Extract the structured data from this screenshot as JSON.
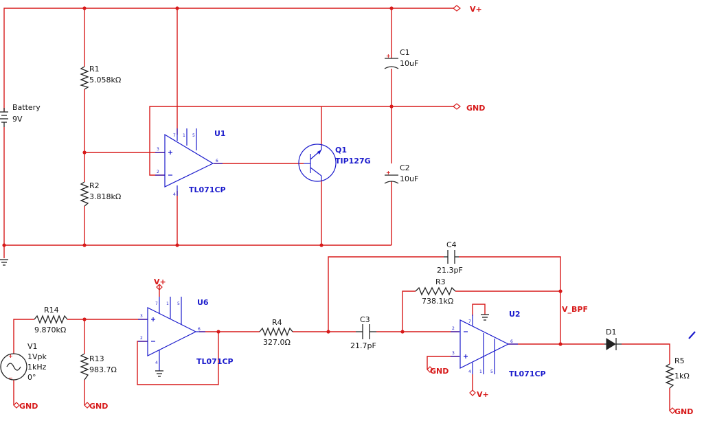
{
  "nets": {
    "vplus": "V+",
    "gnd": "GND",
    "v_bpf": "V_BPF"
  },
  "components": {
    "battery": {
      "ref": "Battery",
      "value": "9V"
    },
    "r1": {
      "ref": "R1",
      "value": "5.058kΩ"
    },
    "r2": {
      "ref": "R2",
      "value": "3.818kΩ"
    },
    "c1": {
      "ref": "C1",
      "value": "10uF"
    },
    "c2": {
      "ref": "C2",
      "value": "10uF"
    },
    "u1": {
      "ref": "U1",
      "part": "TL071CP"
    },
    "q1": {
      "ref": "Q1",
      "part": "TIP127G"
    },
    "v1": {
      "ref": "V1",
      "amp": "1Vpk",
      "freq": "1kHz",
      "phase": "0°"
    },
    "r14": {
      "ref": "R14",
      "value": "9.870kΩ"
    },
    "r13": {
      "ref": "R13",
      "value": "983.7Ω"
    },
    "u6": {
      "ref": "U6",
      "part": "TL071CP"
    },
    "r4": {
      "ref": "R4",
      "value": "327.0Ω"
    },
    "c3": {
      "ref": "C3",
      "value": "21.7pF"
    },
    "c4": {
      "ref": "C4",
      "value": "21.3pF"
    },
    "r3": {
      "ref": "R3",
      "value": "738.1kΩ"
    },
    "u2": {
      "ref": "U2",
      "part": "TL071CP"
    },
    "d1": {
      "ref": "D1"
    },
    "r5": {
      "ref": "R5",
      "value": "1kΩ"
    }
  },
  "pins": {
    "u1": {
      "in_plus": "3",
      "in_minus": "2",
      "out": "6",
      "top1": "7",
      "top2": "1",
      "top3": "5",
      "bottom": "4"
    },
    "u6": {
      "in_plus": "3",
      "in_minus": "2",
      "out": "6",
      "top1": "7",
      "top2": "1",
      "top3": "5",
      "bottom": "4"
    },
    "u2": {
      "in_plus": "3",
      "in_minus": "2",
      "out": "6",
      "top1": "7",
      "top2": "1",
      "top3": "5",
      "bottom": "4"
    },
    "polarity_plus": "+",
    "polarity_minus": "−"
  },
  "colors": {
    "wire": "#d71a1a",
    "component": "#1a1acc",
    "label": "#111111"
  }
}
